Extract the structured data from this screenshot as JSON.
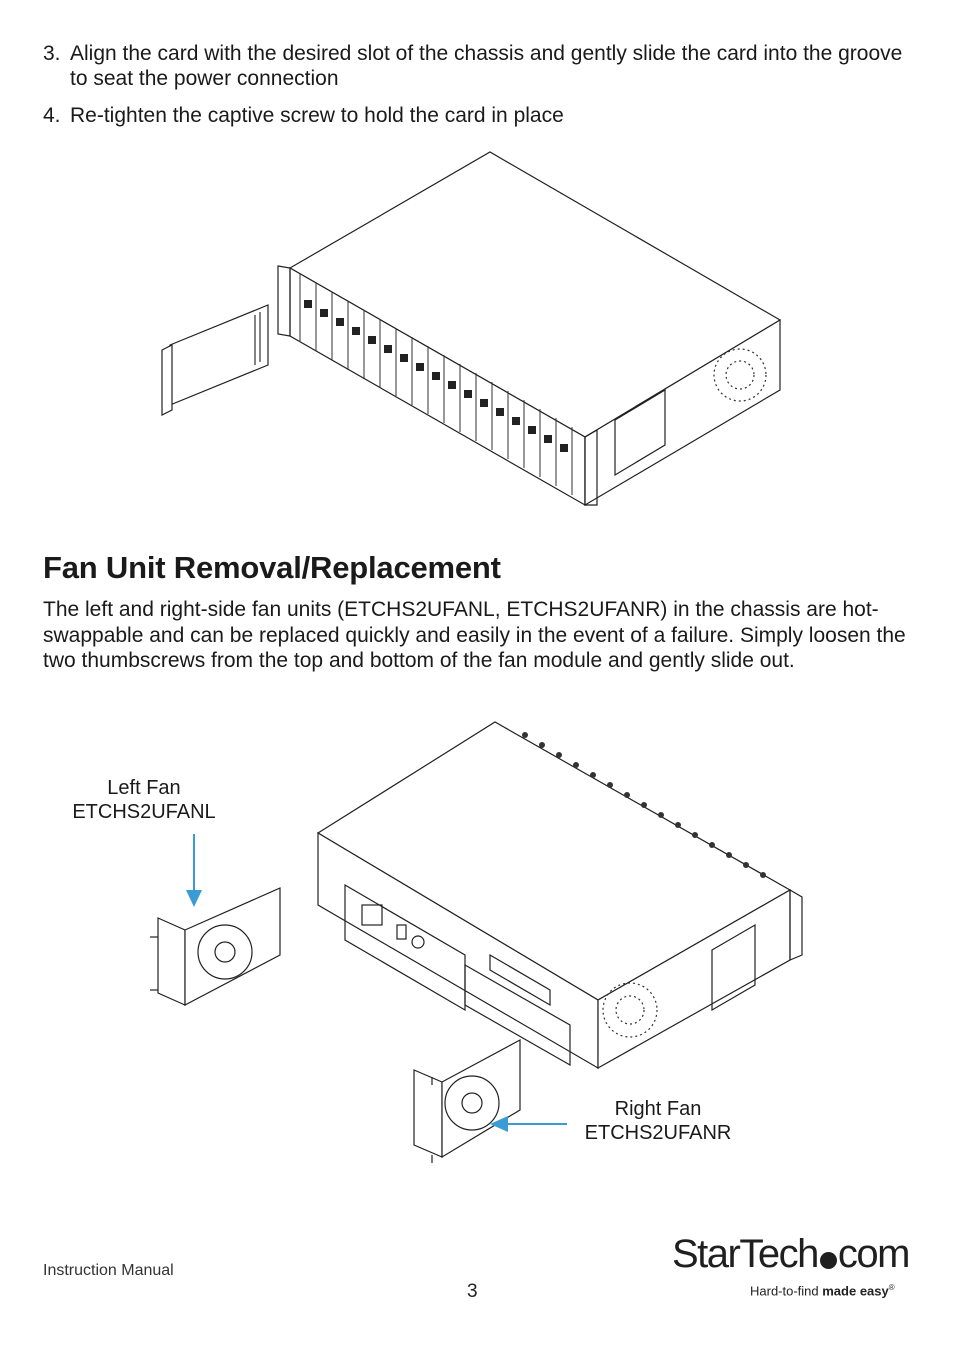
{
  "steps": [
    {
      "num": "3.",
      "text": "Align the card with the desired slot of the chassis and gently slide the card into the groove to seat the power connection"
    },
    {
      "num": "4.",
      "text": "Re-tighten the captive screw to hold the card in place"
    }
  ],
  "section": {
    "title": "Fan Unit Removal/Replacement",
    "paragraph": "The left and right-side fan units (ETCHS2UFANL, ETCHS2UFANR) in the chassis are hot-swappable and can be replaced quickly and easily in the event of a failure. Simply loosen the two thumbscrews from the top and bottom of the fan module and gently slide out."
  },
  "figure2": {
    "left_fan_label_line1": "Left Fan",
    "left_fan_label_line2": "ETCHS2UFANL",
    "right_fan_label_line1": "Right Fan",
    "right_fan_label_line2": "ETCHS2UFANR",
    "arrow_color": "#3b9bd4"
  },
  "footer": {
    "manual_label": "Instruction Manual",
    "page_number": "3",
    "logo_text_part1": "StarTech",
    "logo_text_part2": "com",
    "tagline_regular": "Hard-to-find ",
    "tagline_bold": "made easy",
    "tagline_mark": "®"
  }
}
